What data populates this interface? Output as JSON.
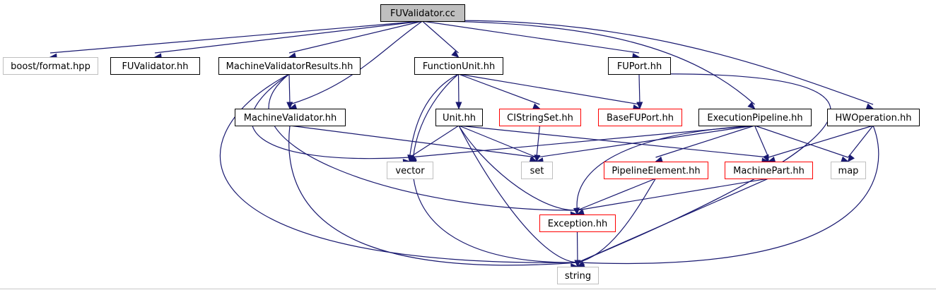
{
  "colors": {
    "edge": "#191970",
    "border_documented": "#000000",
    "border_incomplete": "#ff0000",
    "border_external": "#bfbfbf",
    "root_fill": "#bfbfbf",
    "node_fill": "#ffffff"
  },
  "nodes": [
    {
      "id": "fuvalidator-cc",
      "label": "FUValidator.cc",
      "kind": "root"
    },
    {
      "id": "boost-format-hpp",
      "label": "boost/format.hpp",
      "kind": "external"
    },
    {
      "id": "fuvalidator-hh",
      "label": "FUValidator.hh",
      "kind": "documented"
    },
    {
      "id": "machinevalidatorresults-hh",
      "label": "MachineValidatorResults.hh",
      "kind": "documented"
    },
    {
      "id": "functionunit-hh",
      "label": "FunctionUnit.hh",
      "kind": "documented"
    },
    {
      "id": "fuport-hh",
      "label": "FUPort.hh",
      "kind": "documented"
    },
    {
      "id": "machinevalidator-hh",
      "label": "MachineValidator.hh",
      "kind": "documented"
    },
    {
      "id": "unit-hh",
      "label": "Unit.hh",
      "kind": "documented"
    },
    {
      "id": "cistringset-hh",
      "label": "CIStringSet.hh",
      "kind": "incomplete"
    },
    {
      "id": "basefuport-hh",
      "label": "BaseFUPort.hh",
      "kind": "incomplete"
    },
    {
      "id": "executionpipeline-hh",
      "label": "ExecutionPipeline.hh",
      "kind": "documented"
    },
    {
      "id": "hwoperation-hh",
      "label": "HWOperation.hh",
      "kind": "documented"
    },
    {
      "id": "vector",
      "label": "vector",
      "kind": "external"
    },
    {
      "id": "set",
      "label": "set",
      "kind": "external"
    },
    {
      "id": "pipelineelement-hh",
      "label": "PipelineElement.hh",
      "kind": "incomplete"
    },
    {
      "id": "machinepart-hh",
      "label": "MachinePart.hh",
      "kind": "incomplete"
    },
    {
      "id": "map",
      "label": "map",
      "kind": "external"
    },
    {
      "id": "exception-hh",
      "label": "Exception.hh",
      "kind": "incomplete"
    },
    {
      "id": "string",
      "label": "string",
      "kind": "external"
    }
  ],
  "edges": [
    [
      "fuvalidator-cc",
      "boost-format-hpp"
    ],
    [
      "fuvalidator-cc",
      "fuvalidator-hh"
    ],
    [
      "fuvalidator-cc",
      "machinevalidatorresults-hh"
    ],
    [
      "fuvalidator-cc",
      "machinevalidator-hh"
    ],
    [
      "fuvalidator-cc",
      "functionunit-hh"
    ],
    [
      "fuvalidator-cc",
      "fuport-hh"
    ],
    [
      "fuvalidator-cc",
      "executionpipeline-hh"
    ],
    [
      "fuvalidator-cc",
      "hwoperation-hh"
    ],
    [
      "machinevalidatorresults-hh",
      "machinevalidator-hh"
    ],
    [
      "machinevalidatorresults-hh",
      "vector"
    ],
    [
      "machinevalidatorresults-hh",
      "exception-hh"
    ],
    [
      "machinevalidatorresults-hh",
      "string"
    ],
    [
      "machinevalidator-hh",
      "set"
    ],
    [
      "machinevalidator-hh",
      "string"
    ],
    [
      "functionunit-hh",
      "unit-hh"
    ],
    [
      "functionunit-hh",
      "cistringset-hh"
    ],
    [
      "functionunit-hh",
      "basefuport-hh"
    ],
    [
      "functionunit-hh",
      "vector"
    ],
    [
      "functionunit-hh",
      "string"
    ],
    [
      "fuport-hh",
      "basefuport-hh"
    ],
    [
      "fuport-hh",
      "string"
    ],
    [
      "unit-hh",
      "vector"
    ],
    [
      "unit-hh",
      "set"
    ],
    [
      "unit-hh",
      "machinepart-hh"
    ],
    [
      "unit-hh",
      "exception-hh"
    ],
    [
      "unit-hh",
      "string"
    ],
    [
      "cistringset-hh",
      "set"
    ],
    [
      "executionpipeline-hh",
      "vector"
    ],
    [
      "executionpipeline-hh",
      "set"
    ],
    [
      "executionpipeline-hh",
      "pipelineelement-hh"
    ],
    [
      "executionpipeline-hh",
      "machinepart-hh"
    ],
    [
      "executionpipeline-hh",
      "map"
    ],
    [
      "executionpipeline-hh",
      "exception-hh"
    ],
    [
      "hwoperation-hh",
      "machinepart-hh"
    ],
    [
      "hwoperation-hh",
      "map"
    ],
    [
      "hwoperation-hh",
      "string"
    ],
    [
      "pipelineelement-hh",
      "exception-hh"
    ],
    [
      "pipelineelement-hh",
      "string"
    ],
    [
      "machinepart-hh",
      "exception-hh"
    ],
    [
      "machinepart-hh",
      "string"
    ],
    [
      "exception-hh",
      "string"
    ]
  ]
}
